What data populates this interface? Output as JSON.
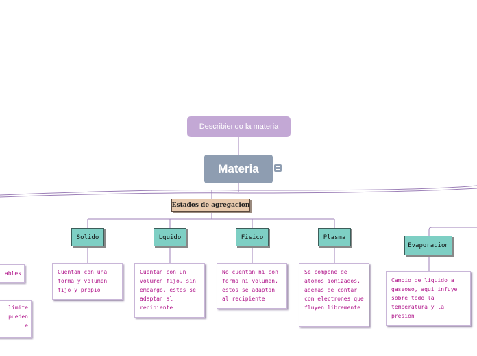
{
  "map": {
    "top_topic": "Describiendo la materia",
    "central_topic": "Materia",
    "note_icon": "note-icon",
    "branch": "Estados de agregacion",
    "states": [
      {
        "label": "Solido",
        "description": "Cuentan con una forma y volumen fijo y propio"
      },
      {
        "label": "Lquido",
        "description": "Cuentan con un volumen fijo, sin embargo, estos se adaptan al recipiente"
      },
      {
        "label": "Fisico",
        "description": "No cuentan ni con forma ni volumen, estos se adaptan al recipiente"
      },
      {
        "label": "Plasma",
        "description": "Se compone de atomos ionizados, ademas de contar con electrones que fluyen libremente"
      }
    ],
    "process": {
      "label": "Evaporacion",
      "description": "Cambio de liquido a gaseoso, aqui infuye sobre todo la temperatura y la presion"
    },
    "partial_left": {
      "top": "ables",
      "bottom_lines": [
        "limite",
        "pueden",
        "e"
      ]
    }
  },
  "colors": {
    "connector": "#9c7fb7",
    "top_topic": "#c3a8d5",
    "central": "#8e9db1",
    "branch_tag": "#e7c9ad",
    "state_box": "#7ecfc4",
    "description_text": "#b0158a"
  }
}
